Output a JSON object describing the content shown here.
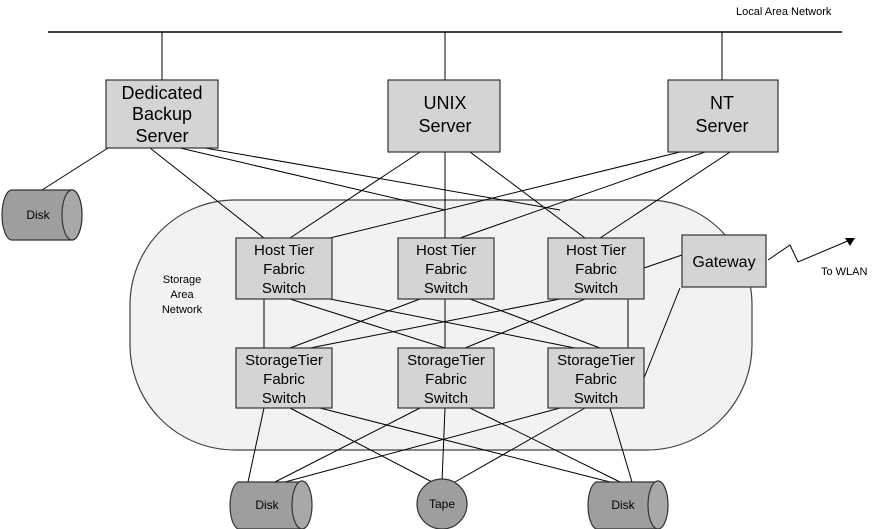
{
  "diagram": {
    "lan_label": "Local Area Network",
    "san_label": [
      "Storage",
      "Area",
      "Network"
    ],
    "servers": {
      "backup": [
        "Dedicated",
        "Backup",
        "Server"
      ],
      "unix": [
        "UNIX",
        "Server"
      ],
      "nt": [
        "NT",
        "Server"
      ]
    },
    "host_switches": [
      [
        "Host Tier",
        "Fabric",
        "Switch"
      ],
      [
        "Host Tier",
        "Fabric",
        "Switch"
      ],
      [
        "Host Tier",
        "Fabric",
        "Switch"
      ]
    ],
    "storage_switches": [
      [
        "StorageTier",
        "Fabric",
        "Switch"
      ],
      [
        "StorageTier",
        "Fabric",
        "Switch"
      ],
      [
        "StorageTier",
        "Fabric",
        "Switch"
      ]
    ],
    "gateway": "Gateway",
    "wlan_label": "To WLAN",
    "devices": {
      "server_disk": "Disk",
      "left_disk": "Disk",
      "tape": "Tape",
      "right_disk": "Disk"
    }
  }
}
